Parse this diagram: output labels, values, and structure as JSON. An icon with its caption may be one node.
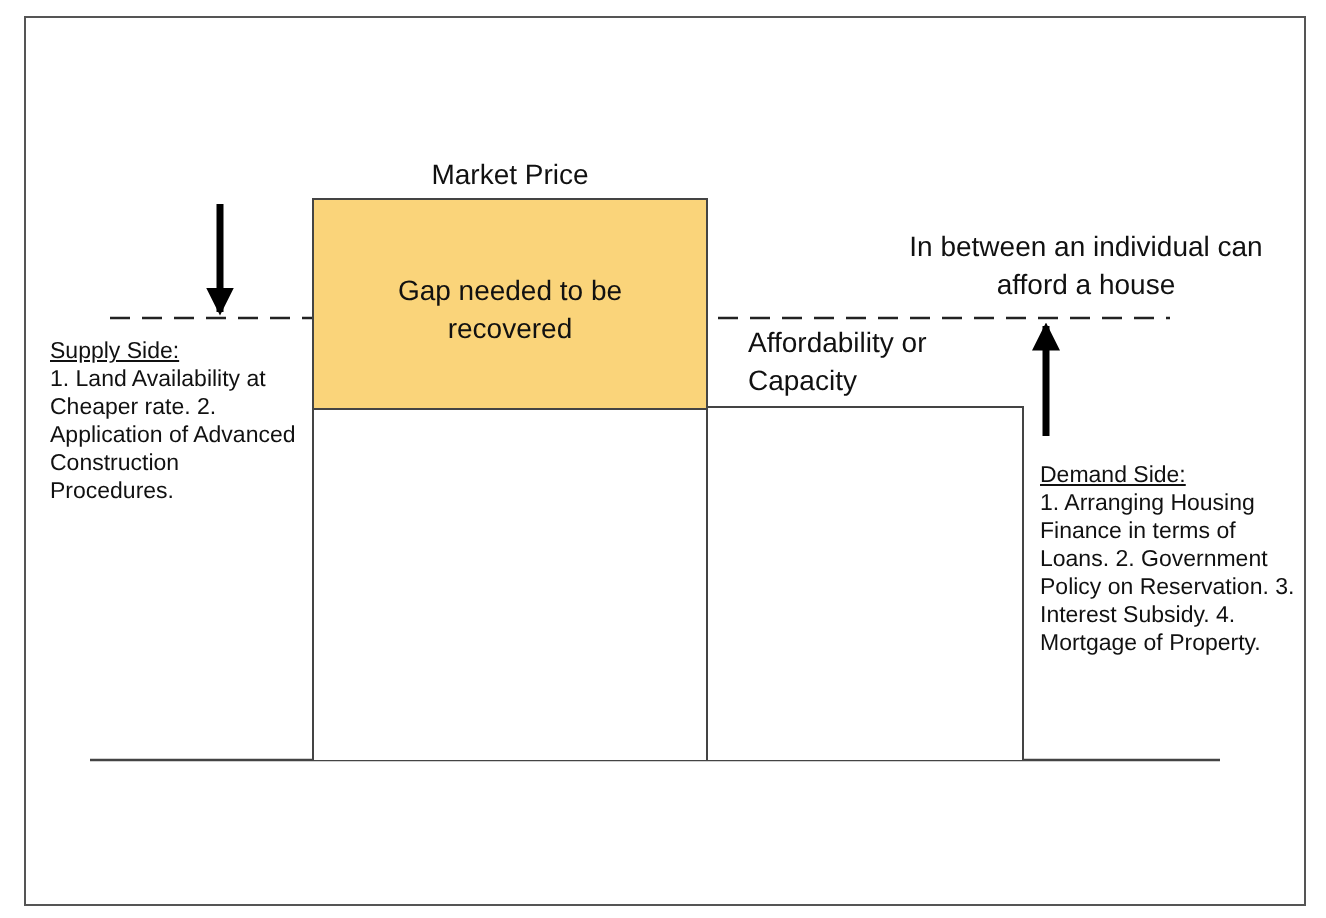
{
  "diagram": {
    "nodes": [
      {
        "text": [
          "Market Price"
        ]
      },
      {
        "text": [
          "Gap needed to be recovered"
        ],
        "in": 0
      },
      {
        "text": [
          "Affordability or Capacity"
        ]
      }
    ],
    "labels": [
      "In between an individual can afford a house",
      "Supply Side:",
      "1. Land Availability at Cheaper rate. 2. Application of Advanced Construction Procedures.",
      "Demand Side:",
      "1. Arranging Housing Finance in terms of Loans. 2. Government Policy on Reservation. 3. Interest Subsidy. 4. Mortgage of Property."
    ]
  }
}
